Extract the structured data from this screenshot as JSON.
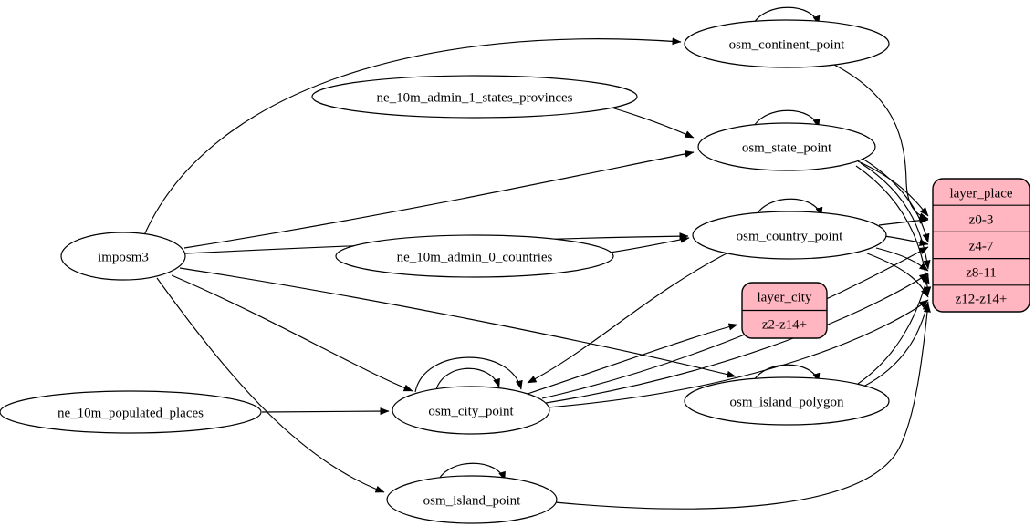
{
  "diagram": {
    "kind": "etl-graph",
    "colors": {
      "background": "#ffffff",
      "edge": "#000000",
      "ellipse_fill": "#ffffff",
      "record_fill": "#ffb6c1",
      "text": "#000000"
    },
    "nodes": {
      "imposm3": "imposm3",
      "osm_continent_point": "osm_continent_point",
      "osm_state_point": "osm_state_point",
      "osm_country_point": "osm_country_point",
      "osm_city_point": "osm_city_point",
      "osm_island_polygon": "osm_island_polygon",
      "osm_island_point": "osm_island_point",
      "ne_10m_admin_1_states_provinces": "ne_10m_admin_1_states_provinces",
      "ne_10m_admin_0_countries": "ne_10m_admin_0_countries",
      "ne_10m_populated_places": "ne_10m_populated_places"
    },
    "tables": {
      "layer_place": {
        "title": "layer_place",
        "rows": [
          "z0-3",
          "z4-7",
          "z8-11",
          "z12-z14+"
        ]
      },
      "layer_city": {
        "title": "layer_city",
        "rows": [
          "z2-z14+"
        ]
      }
    },
    "edges": [
      {
        "from": "imposm3",
        "to": "osm_continent_point"
      },
      {
        "from": "imposm3",
        "to": "osm_state_point"
      },
      {
        "from": "imposm3",
        "to": "osm_country_point"
      },
      {
        "from": "imposm3",
        "to": "osm_city_point"
      },
      {
        "from": "imposm3",
        "to": "osm_island_polygon"
      },
      {
        "from": "imposm3",
        "to": "osm_island_point"
      },
      {
        "from": "ne_10m_admin_1_states_provinces",
        "to": "osm_state_point"
      },
      {
        "from": "ne_10m_admin_0_countries",
        "to": "osm_country_point"
      },
      {
        "from": "ne_10m_populated_places",
        "to": "osm_city_point"
      },
      {
        "from": "osm_continent_point",
        "to": "layer_place:z0-3"
      },
      {
        "from": "osm_state_point",
        "to": "layer_place:z0-3"
      },
      {
        "from": "osm_state_point",
        "to": "layer_place:z4-7"
      },
      {
        "from": "osm_state_point",
        "to": "layer_place:z8-11"
      },
      {
        "from": "osm_state_point",
        "to": "layer_place:z12-z14+"
      },
      {
        "from": "osm_country_point",
        "to": "layer_place:z0-3"
      },
      {
        "from": "osm_country_point",
        "to": "layer_place:z4-7"
      },
      {
        "from": "osm_country_point",
        "to": "layer_place:z8-11"
      },
      {
        "from": "osm_country_point",
        "to": "layer_place:z12-z14+"
      },
      {
        "from": "osm_country_point",
        "to": "osm_city_point"
      },
      {
        "from": "osm_city_point",
        "to": "layer_city:z2-z14+"
      },
      {
        "from": "osm_city_point",
        "to": "layer_place:z4-7"
      },
      {
        "from": "osm_city_point",
        "to": "layer_place:z8-11"
      },
      {
        "from": "osm_city_point",
        "to": "layer_place:z12-z14+"
      },
      {
        "from": "osm_island_polygon",
        "to": "layer_place:z8-11"
      },
      {
        "from": "osm_island_polygon",
        "to": "layer_place:z12-z14+"
      },
      {
        "from": "osm_island_point",
        "to": "layer_place:z12-z14+"
      }
    ],
    "self_loops": [
      "osm_continent_point",
      "osm_state_point",
      "osm_country_point",
      "osm_city_point",
      "osm_city_point",
      "osm_island_polygon",
      "osm_island_point"
    ]
  }
}
